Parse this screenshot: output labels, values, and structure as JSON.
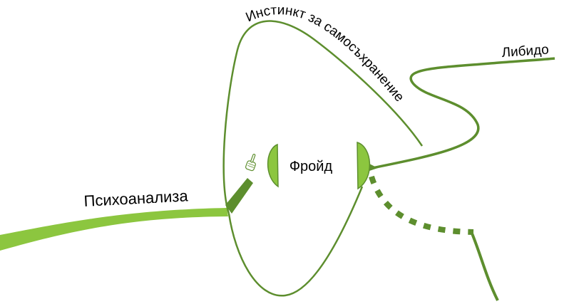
{
  "mindmap": {
    "central_topic": "Фройд",
    "branches": [
      {
        "label": "Психоанализа"
      },
      {
        "label": "Инстинкт за самосъхранение"
      },
      {
        "label": "Либидо"
      }
    ]
  },
  "colors": {
    "branch_light": "#8cc63f",
    "branch_dark": "#5d8e2e",
    "text": "#000000",
    "background": "#ffffff"
  },
  "icons": [
    "pointing-hand-icon"
  ]
}
